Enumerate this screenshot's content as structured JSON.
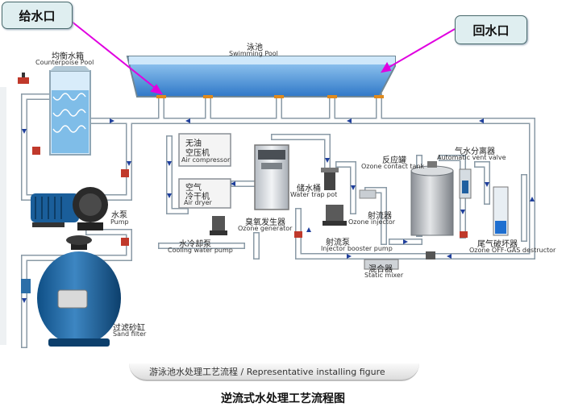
{
  "callouts": {
    "water_inlet": "给水口",
    "water_return": "回水口"
  },
  "pool": {
    "cn": "泳池",
    "en": "Swimming Pool"
  },
  "balance_tank": {
    "cn": "均衡水箱",
    "en": "Counterpoise Pool"
  },
  "pump": {
    "cn": "水泵",
    "en": "Pump"
  },
  "sand_filter": {
    "cn": "过滤砂缸",
    "en": "Sand filter"
  },
  "air_compressor": {
    "cn_line1": "无油",
    "cn_line2": "空压机",
    "en": "Air compressor"
  },
  "air_dryer": {
    "cn_line1": "空气",
    "cn_line2": "冷干机",
    "en": "Air dryer"
  },
  "ozone_generator": {
    "cn": "臭氧发生器",
    "en": "Ozone generator"
  },
  "cooling_pump": {
    "cn": "水冷却泵",
    "en": "Cooling water pump"
  },
  "water_trap": {
    "cn": "储水桶",
    "en": "Water trap pot"
  },
  "contact_tank": {
    "cn": "反应罐",
    "en": "Ozone contact tank"
  },
  "vent_valve": {
    "cn": "气水分离器",
    "en": "Automatic vent valve"
  },
  "injector": {
    "cn": "射流器",
    "en": "Ozone injector"
  },
  "booster_pump": {
    "cn": "射流泵",
    "en": "Injector booster pump"
  },
  "static_mixer": {
    "cn": "混合器",
    "en": "Static mixer"
  },
  "gas_destructor": {
    "cn": "尾气破坏器",
    "en": "Ozone OFF-GAS destructor"
  },
  "banner": "游泳池水处理工艺流程 / Representative installing figure",
  "caption": "逆流式水处理工艺流程图",
  "colors": {
    "pipe_fill": "#ffffff",
    "pipe_stroke": "#8a9aa6",
    "flow_arrow": "#1f3f9c",
    "pool_water": "#4a90d8",
    "callout_arrow": "#e000e0",
    "valve": "#c0392b",
    "tank_blue": "#1f5fa0"
  }
}
